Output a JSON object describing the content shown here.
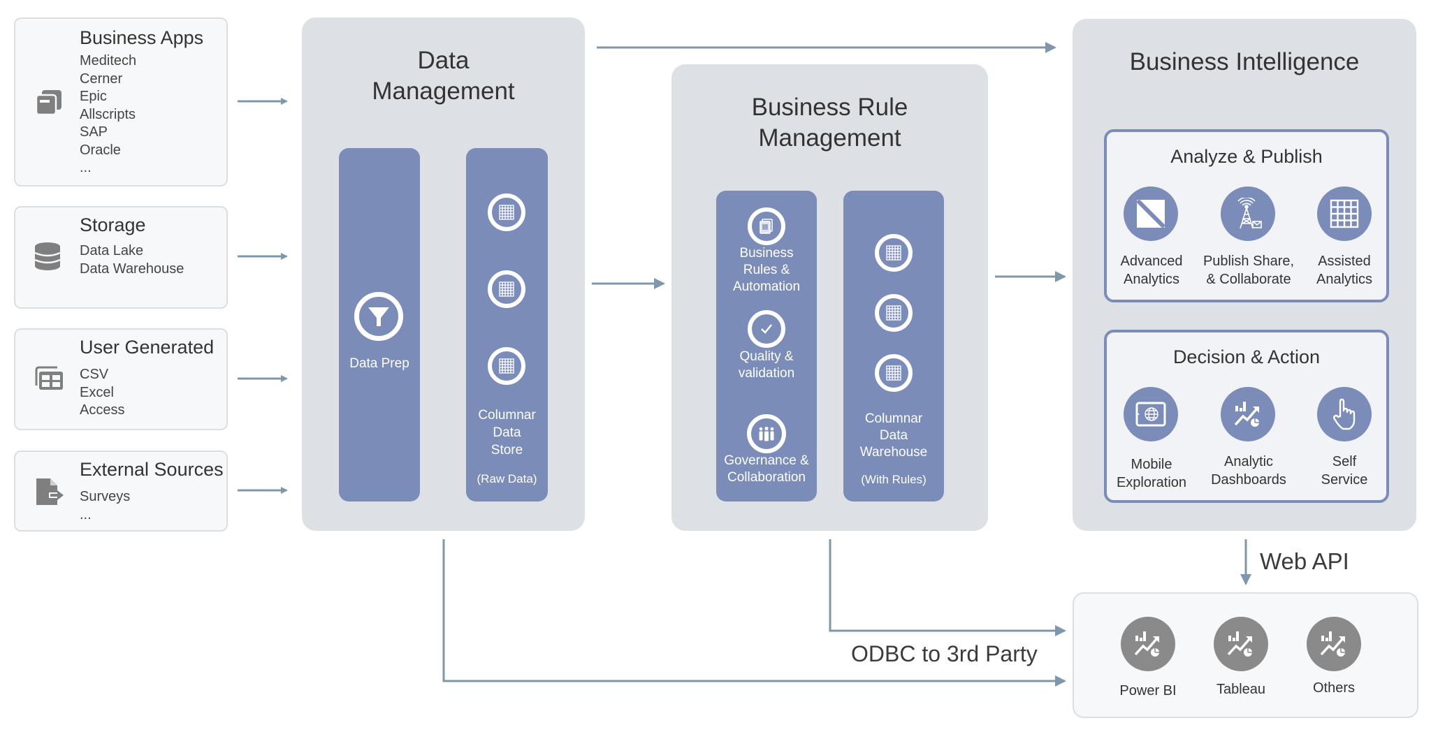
{
  "sources": [
    {
      "title": "Business Apps",
      "icon": "app-windows-icon",
      "items": [
        "Meditech",
        "Cerner",
        "Epic",
        "Allscripts",
        "SAP",
        "Oracle",
        "..."
      ]
    },
    {
      "title": "Storage",
      "icon": "database-icon",
      "items": [
        "Data Lake",
        "Data Warehouse"
      ]
    },
    {
      "title": "User Generated",
      "icon": "spreadsheet-icon",
      "items": [
        "CSV",
        "Excel",
        "Access"
      ]
    },
    {
      "title": "External Sources",
      "icon": "file-export-icon",
      "items": [
        "Surveys",
        "..."
      ]
    }
  ],
  "data_management": {
    "title_line1": "Data",
    "title_line2": "Management",
    "prep_label": "Data Prep",
    "store_label_lines": [
      "Columnar",
      "Data",
      "Store"
    ],
    "store_note": "(Raw Data)"
  },
  "business_rules": {
    "title_line1": "Business Rule",
    "title_line2": "Management",
    "items": [
      {
        "lines": [
          "Business",
          "Rules &",
          "Automation"
        ],
        "icon": "rules-document-icon"
      },
      {
        "lines": [
          "Quality &",
          "validation"
        ],
        "icon": "checkmark-icon"
      },
      {
        "lines": [
          "Governance &",
          "Collaboration"
        ],
        "icon": "people-group-icon"
      }
    ],
    "warehouse_label_lines": [
      "Columnar",
      "Data",
      "Warehouse"
    ],
    "warehouse_note": "(With Rules)"
  },
  "business_intelligence": {
    "title": "Business Intelligence",
    "analyze": {
      "title": "Analyze & Publish",
      "items": [
        {
          "lines": [
            "Advanced",
            "Analytics"
          ],
          "icon": "diagonal-square-icon"
        },
        {
          "lines": [
            "Publish Share,",
            "& Collaborate"
          ],
          "icon": "broadcast-tower-icon"
        },
        {
          "lines": [
            "Assisted",
            "Analytics"
          ],
          "icon": "grid-icon"
        }
      ]
    },
    "decision": {
      "title": "Decision & Action",
      "items": [
        {
          "lines": [
            "Mobile",
            "Exploration"
          ],
          "icon": "tablet-globe-icon"
        },
        {
          "lines": [
            "Analytic",
            "Dashboards"
          ],
          "icon": "chart-trend-icon"
        },
        {
          "lines": [
            "Self",
            "Service"
          ],
          "icon": "hand-pointer-icon"
        }
      ]
    }
  },
  "connectors": {
    "web_api": "Web API",
    "odbc": "ODBC to 3rd Party"
  },
  "third_party": [
    {
      "label": "Power BI",
      "icon": "chart-trend-icon"
    },
    {
      "label": "Tableau",
      "icon": "chart-trend-icon"
    },
    {
      "label": "Others",
      "icon": "chart-trend-icon"
    }
  ],
  "colors": {
    "panel": "#dde1e5",
    "column": "#7a8cb7",
    "arrow": "#7f97ab",
    "source_icon": "#7f7f7f",
    "tool_icon": "#8a8a8a"
  }
}
